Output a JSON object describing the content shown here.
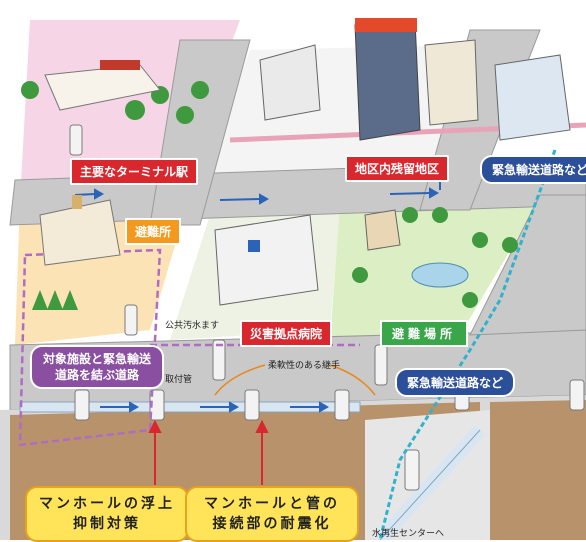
{
  "labels": {
    "terminal_station": "主要なターミナル駅",
    "district_area": "地区内残留地区",
    "emergency_road_top": "緊急輸送道路など",
    "shelter_school": "避難所",
    "disaster_hospital": "災害拠点病院",
    "shelter_park": "避難場所",
    "connecting_road": "対象施設と緊急輸送道路を結ぶ道路",
    "emergency_road_mid": "緊急輸送道路など",
    "public_sewer_basin": "公共汚水ます",
    "intake_pipe": "取付管",
    "flexible_joint": "柔軟性のある継手",
    "manhole_uplift": "マンホールの浮上抑制対策",
    "manhole_pipe_seismic": "マンホールと管の接続部の耐震化",
    "to_water_center": "水再生センターへ"
  },
  "colors": {
    "road": "#c9c9c9",
    "road_edge": "#9a9a9a",
    "pink_zone": "#f6d6e6",
    "orange_zone": "#fbe3b5",
    "green_zone": "#dcefc4",
    "pipe": "#d8e6f2",
    "flow_arrow": "#2a63b8",
    "red_tag": "#d9272e",
    "blue_tag": "#2c4f9a",
    "purple_tag": "#8a4fa0",
    "green_tag": "#3aa64a",
    "callout": "#ffe45a"
  }
}
